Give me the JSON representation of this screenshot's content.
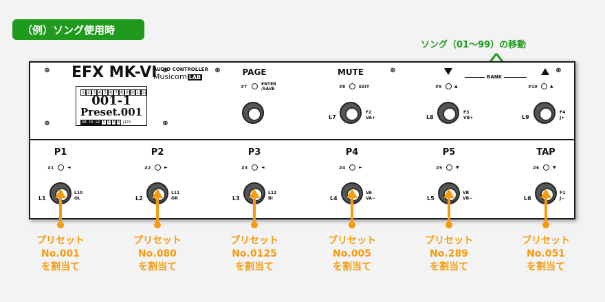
{
  "header": {
    "title": "（例）ソング使用時",
    "song_caption": "ソング（01〜99）の移動"
  },
  "brand": {
    "name": "EFX MK-VI",
    "sub1": "AUDIO CONTROLLER",
    "sub2": "Musicom",
    "lab": "LAB"
  },
  "lcd": {
    "strip": [
      "1",
      "2",
      "3",
      "4",
      "5",
      "6",
      "7",
      "8",
      "9",
      "10",
      "11",
      "12"
    ],
    "line1": "001-1",
    "line2": "Preset.001",
    "bottom_boxes": [
      "AB",
      "IO",
      "LK",
      "1",
      "2",
      "3",
      "4"
    ],
    "bottom_tail": "J120"
  },
  "top_controls": [
    {
      "label": "PAGE",
      "led": "#7",
      "led_text": "ENTER\n/SAVE",
      "switch_label": "",
      "side_text": ""
    },
    {
      "label": "MUTE",
      "led": "#8",
      "led_text": "EXIT",
      "switch_label": "L7",
      "side_text": "F2\nVA+"
    },
    {
      "led": "#9",
      "led_mark": "▲",
      "switch_label": "L8",
      "side_text": "F3\nVB+"
    },
    {
      "led": "#10",
      "led_mark": "▲",
      "switch_label": "L9",
      "side_text": "F4\nJ+"
    }
  ],
  "bank_label": "BANK",
  "footswitches": [
    {
      "name": "P1",
      "led": "#1",
      "mark": "◄",
      "left": "L1",
      "right": "L10\nOL",
      "caption1": "プリセット",
      "caption2": "No.001",
      "caption3": "を割当て"
    },
    {
      "name": "P2",
      "led": "#2",
      "mark": "►",
      "left": "L2",
      "right": "L11\nOR",
      "caption1": "プリセット",
      "caption2": "No.080",
      "caption3": "を割当て"
    },
    {
      "name": "P3",
      "led": "#3",
      "mark": "◄",
      "left": "L3",
      "right": "L12\nBI",
      "caption1": "プリセット",
      "caption2": "No.0125",
      "caption3": "を割当て"
    },
    {
      "name": "P4",
      "led": "#4",
      "mark": "►",
      "left": "L4",
      "right": "VA\nVA−",
      "caption1": "プリセット",
      "caption2": "No.005",
      "caption3": "を割当て"
    },
    {
      "name": "P5",
      "led": "#5",
      "mark": "▼",
      "left": "L5",
      "right": "VB\nVB−",
      "caption1": "プリセット",
      "caption2": "No.289",
      "caption3": "を割当て"
    },
    {
      "name": "TAP",
      "led": "#6",
      "mark": "▼",
      "left": "L6",
      "right": "F1\nJ−",
      "caption1": "プリセット",
      "caption2": "No.051",
      "caption3": "を割当て"
    }
  ],
  "colors": {
    "green": "#1f9a1c",
    "orange": "#f59b0d"
  }
}
